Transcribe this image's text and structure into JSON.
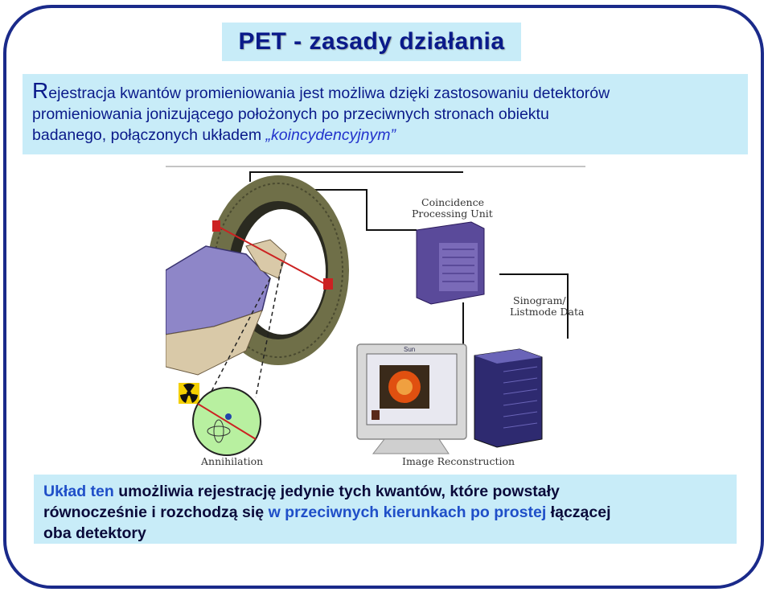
{
  "title": "PET - zasady działania",
  "intro": {
    "first_letter": "R",
    "line1_rest": "ejestracja kwantów promieniowania jest możliwa dzięki  zastosowaniu detektorów",
    "line2": "promieniowania jonizującego położonych po przeciwnych  stronach obiektu",
    "line3_plain": "badanego,  połączonych układem  ",
    "line3_emph": "„koincydencyjnym”"
  },
  "diagram": {
    "coincidence_line1": "Coincidence",
    "coincidence_line2": "Processing Unit",
    "sinogram_line1": "Sinogram/",
    "sinogram_line2": "Listmode Data",
    "annihilation": "Annihilation",
    "reconstruction": "Image Reconstruction",
    "monitor_brand": "Sun",
    "colors": {
      "ring": "#7a7a50",
      "patient": "#8e86c8",
      "server": "#5a4a9a",
      "red_line": "#d02020"
    }
  },
  "bottom": {
    "p1_blue": "Układ ten",
    "p1_rest": " umożliwia rejestrację jedynie tych kwantów, które powstały",
    "p2_a": "równocześnie  i  rozchodzą  się  ",
    "p2_blue": "w przeciwnych  kierunkach  po prostej",
    "p2_b": " łączącej",
    "p3": "oba detektory"
  }
}
